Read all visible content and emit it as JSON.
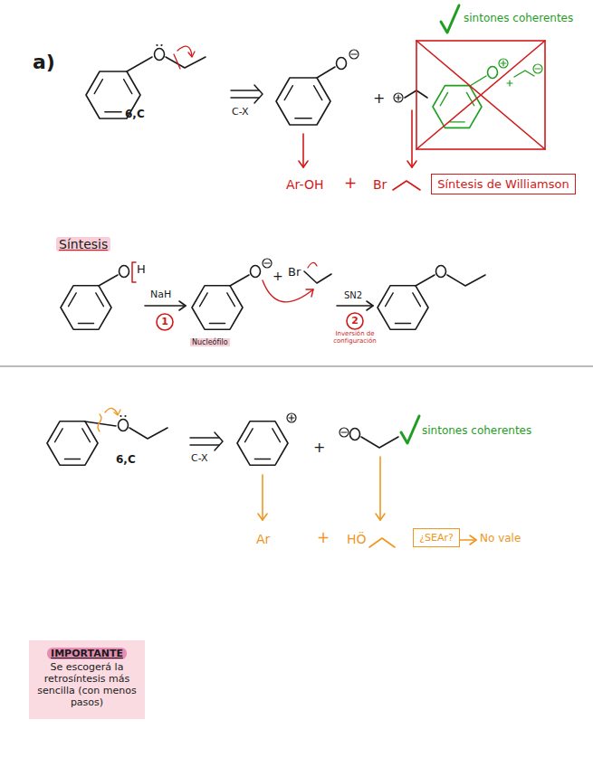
{
  "diagram": {
    "nodes": [
      {
        "text": [
          "Síntesis de Williamson"
        ]
      },
      {
        "text": [
          "¿SEAr?"
        ]
      },
      {
        "text": [
          "IMPORTANTE",
          "Se escogerá la retrosíntesis más sencilla (con menos pasos)"
        ]
      }
    ],
    "labels": [
      "a)",
      "6,C",
      "C-X",
      "+",
      "sintones coherentes",
      "Ar-OH",
      "+",
      "Br",
      "Síntesis",
      "H",
      "NaH",
      "1",
      "+",
      "Br",
      "SN2",
      "2",
      "Inversión de configuración",
      "Nucleófilo",
      "6,C",
      "C-X",
      "+",
      "sintones coherentes",
      "Ar",
      "+",
      "HÖ",
      "No vale"
    ]
  }
}
